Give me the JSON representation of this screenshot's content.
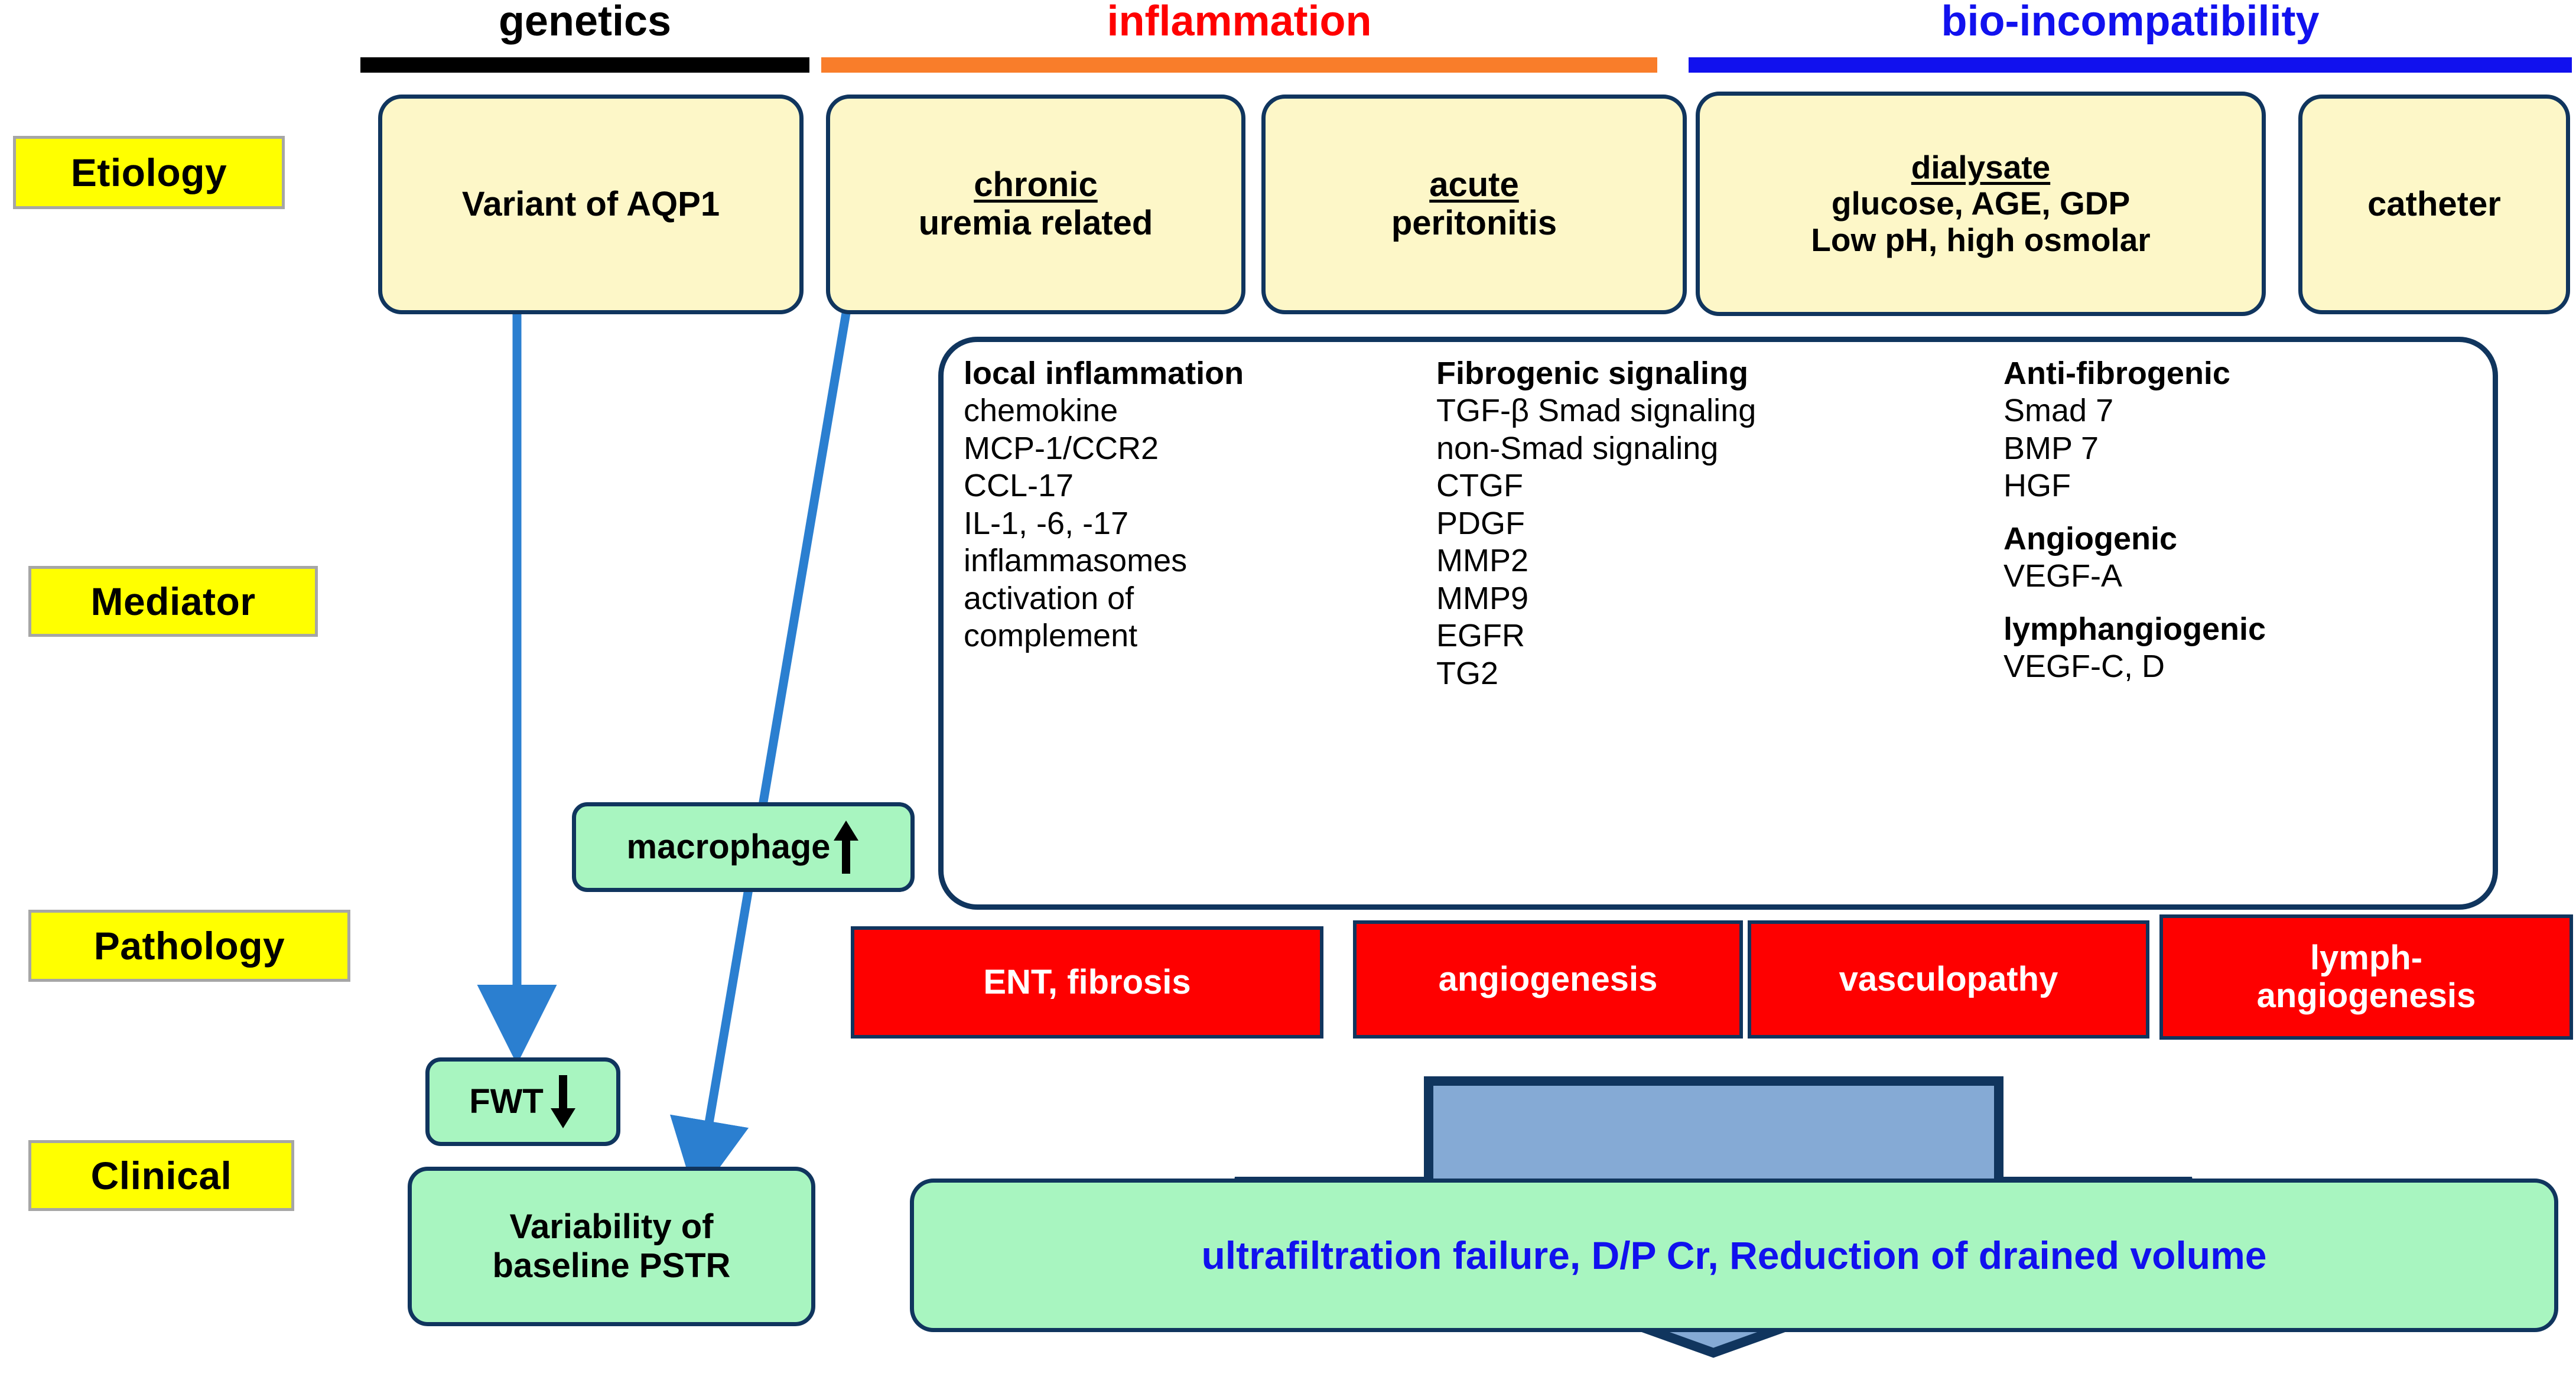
{
  "columns": [
    {
      "title": "genetics",
      "color": "#000000",
      "bar_color": "#000000"
    },
    {
      "title": "inflammation",
      "color": "#ff0000",
      "bar_color": "#f97d2a"
    },
    {
      "title": "bio-incompatibility",
      "color": "#1111ee",
      "bar_color": "#1111ee"
    }
  ],
  "stages": [
    {
      "label": "Etiology"
    },
    {
      "label": "Mediator"
    },
    {
      "label": "Pathology"
    },
    {
      "label": "Clinical"
    }
  ],
  "etiology": {
    "aqp1": {
      "line1": "Variant of AQP1"
    },
    "chronic": {
      "title": "chronic",
      "line2": "uremia related"
    },
    "acute": {
      "title": "acute",
      "line2": "peritonitis"
    },
    "dialysate": {
      "title": "dialysate",
      "line2": "glucose, AGE, GDP",
      "line3": "Low pH, high osmolar"
    },
    "catheter": {
      "line1": "catheter"
    }
  },
  "mediator": {
    "col1": {
      "heading": "local inflammation",
      "items": [
        "chemokine",
        "MCP-1/CCR2",
        "CCL-17",
        "IL-1, -6, -17",
        "inflammasomes",
        "activation of",
        "complement"
      ]
    },
    "col2": {
      "heading": "Fibrogenic signaling",
      "items": [
        "TGF-β Smad signaling",
        "non-Smad signaling",
        "CTGF",
        "PDGF",
        "MMP2",
        "MMP9",
        "EGFR",
        "TG2"
      ]
    },
    "col3": {
      "heading": "Anti-fibrogenic",
      "items": [
        "Smad 7",
        "BMP 7",
        "HGF"
      ],
      "heading2": "Angiogenic",
      "items2": [
        "VEGF-A"
      ],
      "heading3": "lymphangiogenic",
      "items3": [
        "VEGF-C, D"
      ]
    },
    "macrophage": {
      "label": "macrophage",
      "arrow": "up-arrow-glyph"
    }
  },
  "pathology": {
    "boxes": [
      {
        "label": "ENT, fibrosis"
      },
      {
        "label": "angiogenesis"
      },
      {
        "label": "vasculopathy"
      },
      {
        "label": "lymph-\nangiogenesis",
        "line1": "lymph-",
        "line2": "angiogenesis"
      }
    ]
  },
  "clinical": {
    "fwt": {
      "label": "FWT",
      "arrow": "down-arrow-glyph"
    },
    "pstr": {
      "line1": "Variability of",
      "line2": "baseline PSTR"
    },
    "outcome": {
      "label": "ultrafiltration failure, D/P Cr, Reduction of drained volume"
    }
  },
  "colors": {
    "box_border": "#10355e",
    "etiology_fill": "#fdf7c8",
    "green_fill": "#a8f5c0",
    "red_fill": "#fe0000",
    "yellow_fill": "#ffff00",
    "arrow_blue": "#2b7fd0",
    "big_arrow_fill": "#85aad5",
    "outcome_text": "#1111ee"
  }
}
